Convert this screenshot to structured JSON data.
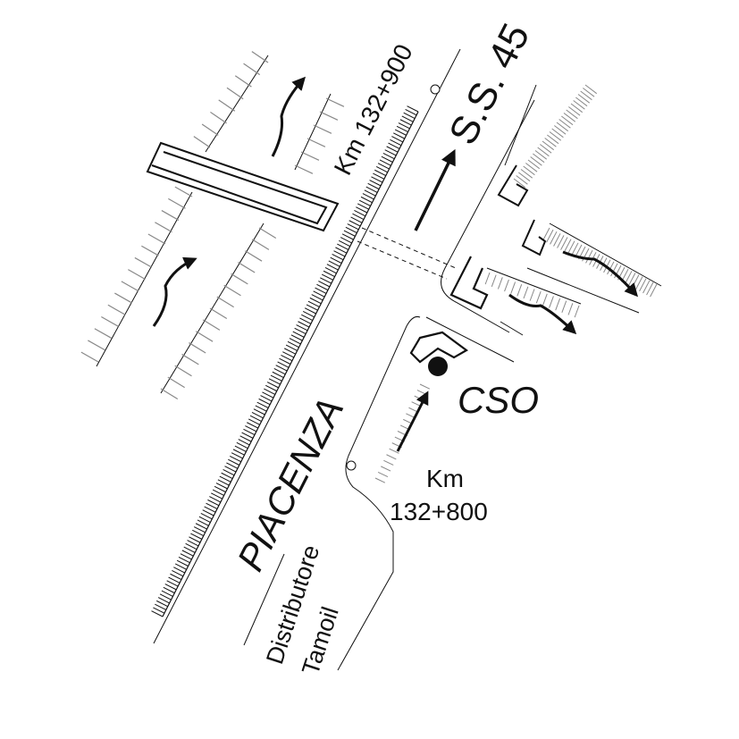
{
  "road": {
    "name": "S.S. 45"
  },
  "city": {
    "name": "PIACENZA"
  },
  "markers": {
    "km_north": "Km 132+900",
    "km_south_line1": "Km",
    "km_south_line2": "132+800",
    "cso": "CSO"
  },
  "station": {
    "line1": "Distributore",
    "line2": "Tamoil"
  },
  "colors": {
    "ink": "#111111",
    "hatch": "#888888",
    "background": "#ffffff"
  }
}
